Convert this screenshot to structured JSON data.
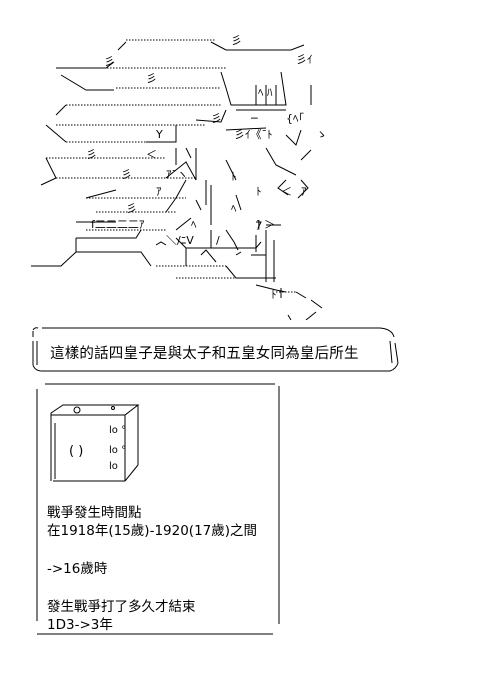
{
  "speech": {
    "text": "這樣的話四皇子是與太子和五皇女同為皇后所生"
  },
  "panel": {
    "lines": [
      "戰爭發生時間點",
      "在1918年(15歲)-1920(17歲)之間",
      "->16歲時",
      "發生戰爭打了多久才結束",
      "1D3->3年"
    ]
  },
  "colors": {
    "ink": "#000000",
    "background": "#ffffff"
  }
}
